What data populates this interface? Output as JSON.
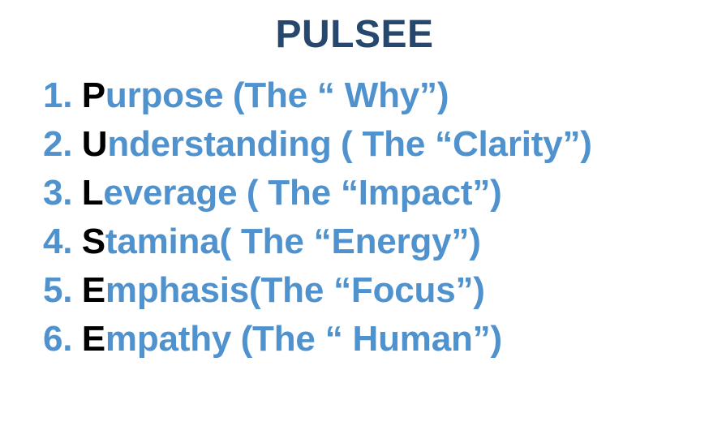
{
  "slide": {
    "background_color": "#ffffff",
    "title": "PULSEE",
    "title_color": "#27486e",
    "accent_color": "#4f92cd",
    "initial_color": "#000000",
    "items": [
      {
        "number": "1.",
        "initial": "P",
        "rest": "urpose",
        "paren": "(The “ Why”)",
        "full_text": "1. Purpose (The “ Why”)",
        "space_before_paren": true
      },
      {
        "number": "2.",
        "initial": "U",
        "rest": "nderstanding",
        "paren": "( The “Clarity”)",
        "full_text": "2. Understanding ( The “Clarity”)",
        "space_before_paren": true
      },
      {
        "number": "3.",
        "initial": "L",
        "rest": "everage",
        "paren": "( The “Impact”)",
        "full_text": "3. Leverage ( The “Impact”)",
        "space_before_paren": true
      },
      {
        "number": "4.",
        "initial": "S",
        "rest": "tamina",
        "paren": "( The “Energy”)",
        "full_text": "4. Stamina( The “Energy”)",
        "space_before_paren": false
      },
      {
        "number": "5.",
        "initial": "E",
        "rest": "mphasis",
        "paren": "(The “Focus”)",
        "full_text": "5. Emphasis(The “Focus”)",
        "space_before_paren": false
      },
      {
        "number": "6.",
        "initial": "E",
        "rest": "mpathy",
        "paren": "(The “ Human”)",
        "full_text": "6. Empathy (The “ Human”)",
        "space_before_paren": true
      }
    ]
  }
}
